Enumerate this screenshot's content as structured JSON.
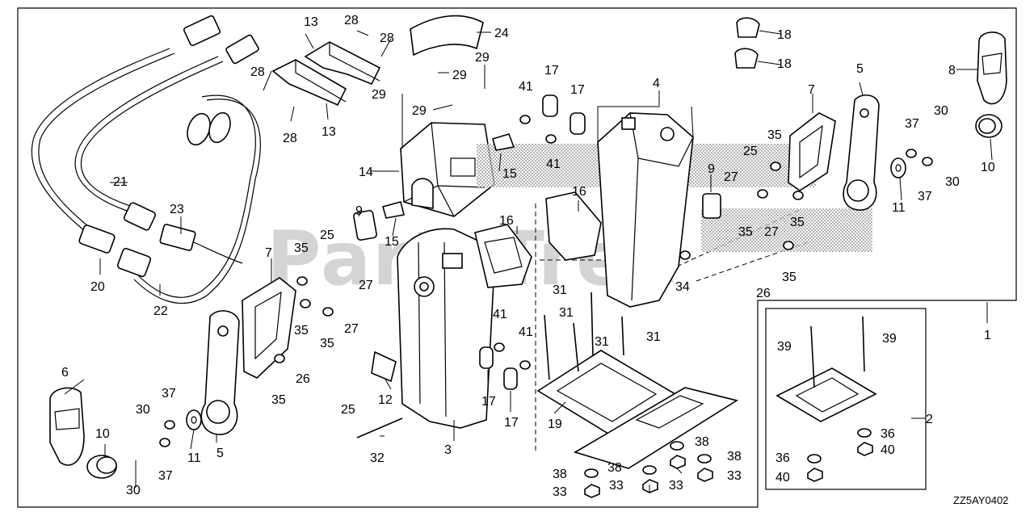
{
  "watermark": "PartsTree",
  "drawing_code": "ZZ5AY0402",
  "callouts": {
    "c1": "1",
    "c2": "2",
    "c3": "3",
    "c4": "4",
    "c5a": "5",
    "c5b": "5",
    "c6": "6",
    "c7a": "7",
    "c7b": "7",
    "c8": "8",
    "c9a": "9",
    "c9b": "9",
    "c10a": "10",
    "c10b": "10",
    "c11a": "11",
    "c11b": "11",
    "c12": "12",
    "c13a": "13",
    "c13b": "13",
    "c14": "14",
    "c15a": "15",
    "c15b": "15",
    "c16a": "16",
    "c16b": "16",
    "c17a": "17",
    "c17b": "17",
    "c17c": "17",
    "c17d": "17",
    "c18a": "18",
    "c18b": "18",
    "c19": "19",
    "c20": "20",
    "c21": "21",
    "c22": "22",
    "c23": "23",
    "c24": "24",
    "c25a": "25",
    "c25b": "25",
    "c25c": "25",
    "c26a": "26",
    "c26b": "26",
    "c27a": "27",
    "c27b": "27",
    "c27c": "27",
    "c27d": "27",
    "c28a": "28",
    "c28b": "28",
    "c28c": "28",
    "c28d": "28",
    "c29a": "29",
    "c29b": "29",
    "c29c": "29",
    "c29d": "29",
    "c30a": "30",
    "c30b": "30",
    "c30c": "30",
    "c30d": "30",
    "c31a": "31",
    "c31b": "31",
    "c31c": "31",
    "c31d": "31",
    "c32": "32",
    "c33a": "33",
    "c33b": "33",
    "c33c": "33",
    "c33d": "33",
    "c34": "34",
    "c35a": "35",
    "c35b": "35",
    "c35c": "35",
    "c35d": "35",
    "c35e": "35",
    "c35f": "35",
    "c35g": "35",
    "c35h": "35",
    "c36a": "36",
    "c36b": "36",
    "c37a": "37",
    "c37b": "37",
    "c37c": "37",
    "c38a": "38",
    "c38b": "38",
    "c38c": "38",
    "c38d": "38",
    "c39a": "39",
    "c39b": "39",
    "c40a": "40",
    "c40b": "40",
    "c41a": "41",
    "c41b": "41",
    "c41c": "41",
    "c41d": "41"
  }
}
